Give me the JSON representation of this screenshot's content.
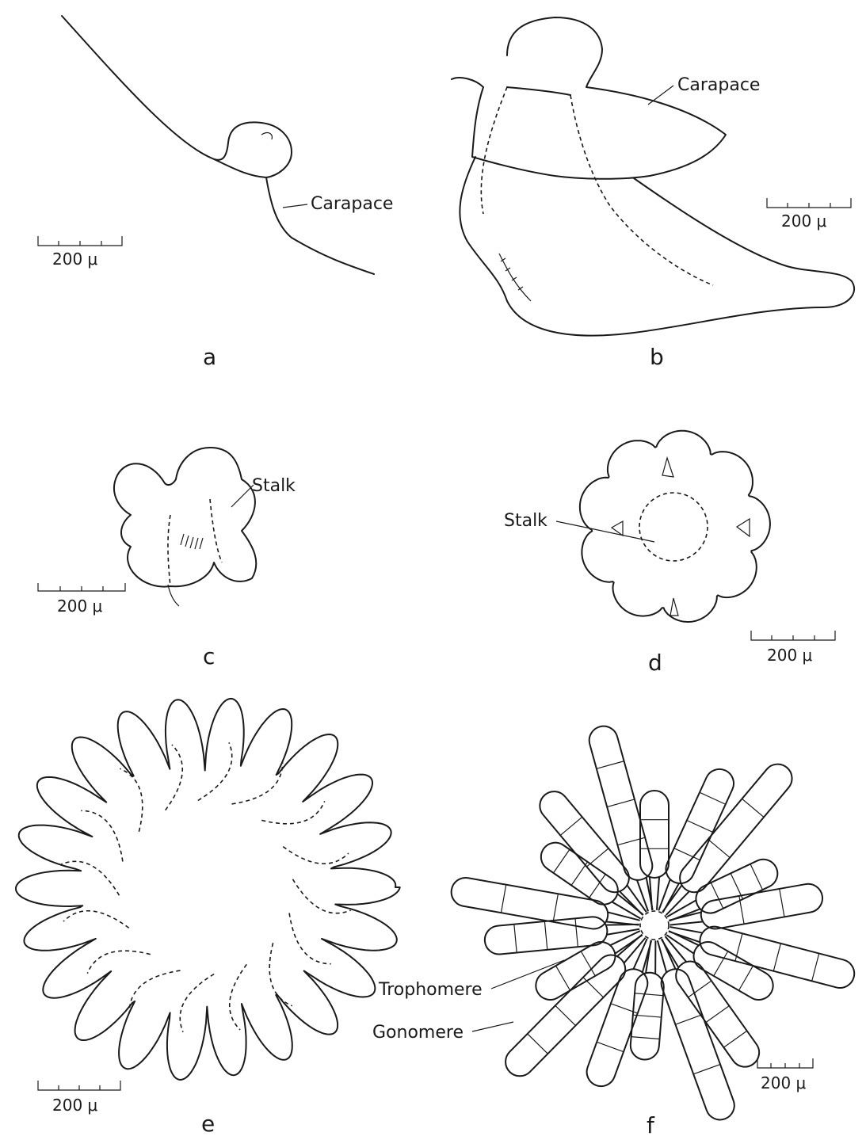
{
  "panels": {
    "a": {
      "letter": "a",
      "label": "Carapace",
      "scale": "200 μ"
    },
    "b": {
      "letter": "b",
      "label": "Carapace",
      "scale": "200 μ"
    },
    "c": {
      "letter": "c",
      "label": "Stalk",
      "scale": "200 μ"
    },
    "d": {
      "letter": "d",
      "label": "Stalk",
      "scale": "200 μ"
    },
    "e": {
      "letter": "e",
      "scale": "200 μ"
    },
    "f": {
      "letter": "f",
      "label_trophomere": "Trophomere",
      "label_gonomere": "Gonomere",
      "scale": "200 μ"
    }
  }
}
